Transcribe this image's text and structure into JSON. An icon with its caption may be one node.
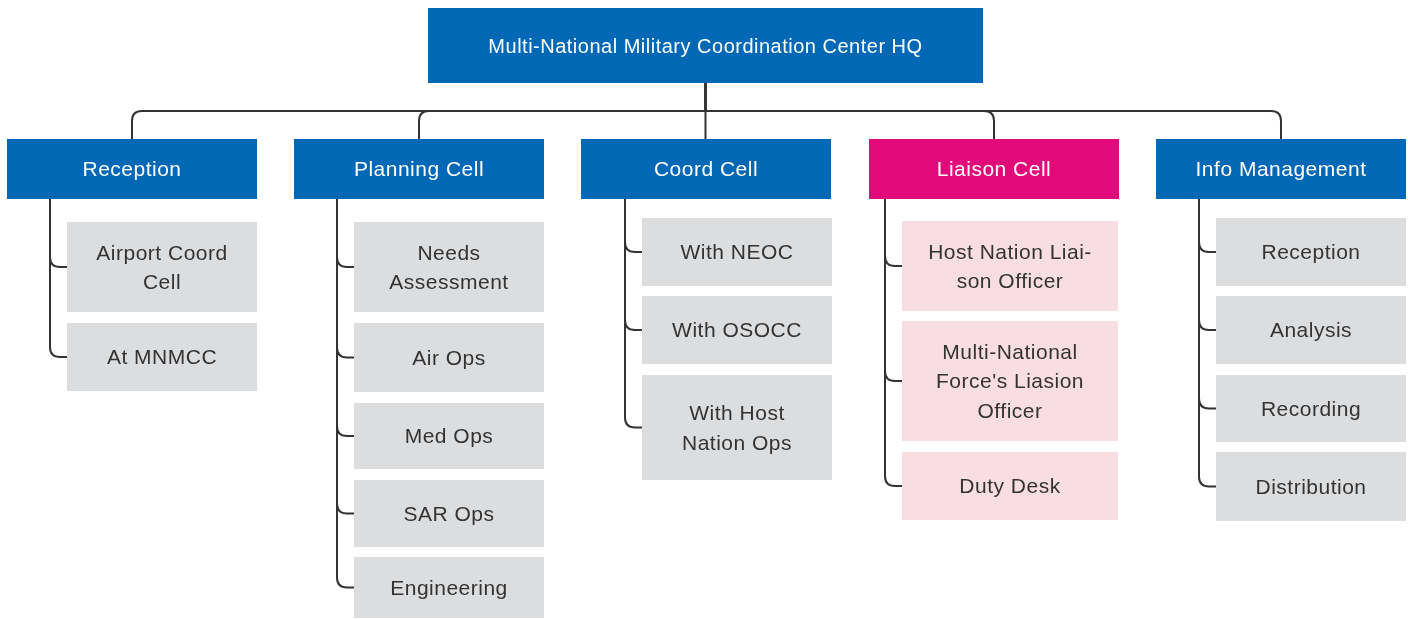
{
  "diagram": {
    "nodes": [
      {
        "text": [
          "Multi-National Military Coordination Center HQ"
        ]
      },
      {
        "text": [
          "Reception"
        ]
      },
      {
        "text": [
          "Planning Cell"
        ]
      },
      {
        "text": [
          "Coord Cell"
        ]
      },
      {
        "text": [
          "Liaison Cell"
        ]
      },
      {
        "text": [
          "Info Management"
        ]
      },
      {
        "text": [
          "Airport Coord Cell"
        ]
      },
      {
        "text": [
          "At MNMCC"
        ]
      },
      {
        "text": [
          "Needs Assessment"
        ]
      },
      {
        "text": [
          "Air Ops"
        ]
      },
      {
        "text": [
          "Med Ops"
        ]
      },
      {
        "text": [
          "SAR Ops"
        ]
      },
      {
        "text": [
          "Engineering"
        ]
      },
      {
        "text": [
          "With NEOC"
        ]
      },
      {
        "text": [
          "With OSOCC"
        ]
      },
      {
        "text": [
          "With Host Nation Ops"
        ]
      },
      {
        "text": [
          "Host Nation Liai-son Officer"
        ]
      },
      {
        "text": [
          "Multi-National Force's Liasion Officer"
        ]
      },
      {
        "text": [
          "Duty Desk"
        ]
      },
      {
        "text": [
          "Reception"
        ]
      },
      {
        "text": [
          "Analysis"
        ]
      },
      {
        "text": [
          "Recording"
        ]
      },
      {
        "text": [
          "Distribution"
        ]
      }
    ],
    "edges": [
      {
        "from": 0,
        "to": 1,
        "arrow": "none"
      },
      {
        "from": 0,
        "to": 2,
        "arrow": "none"
      },
      {
        "from": 0,
        "to": 3,
        "arrow": "none"
      },
      {
        "from": 0,
        "to": 4,
        "arrow": "none"
      },
      {
        "from": 0,
        "to": 5,
        "arrow": "none"
      },
      {
        "from": 1,
        "to": 6,
        "arrow": "none"
      },
      {
        "from": 1,
        "to": 7,
        "arrow": "none"
      },
      {
        "from": 2,
        "to": 8,
        "arrow": "none"
      },
      {
        "from": 2,
        "to": 9,
        "arrow": "none"
      },
      {
        "from": 2,
        "to": 10,
        "arrow": "none"
      },
      {
        "from": 2,
        "to": 11,
        "arrow": "none"
      },
      {
        "from": 2,
        "to": 12,
        "arrow": "none"
      },
      {
        "from": 3,
        "to": 13,
        "arrow": "none"
      },
      {
        "from": 3,
        "to": 14,
        "arrow": "none"
      },
      {
        "from": 3,
        "to": 15,
        "arrow": "none"
      },
      {
        "from": 4,
        "to": 16,
        "arrow": "none"
      },
      {
        "from": 4,
        "to": 17,
        "arrow": "none"
      },
      {
        "from": 4,
        "to": 18,
        "arrow": "none"
      },
      {
        "from": 5,
        "to": 19,
        "arrow": "none"
      },
      {
        "from": 5,
        "to": 20,
        "arrow": "none"
      },
      {
        "from": 5,
        "to": 21,
        "arrow": "none"
      },
      {
        "from": 5,
        "to": 22,
        "arrow": "none"
      }
    ]
  }
}
